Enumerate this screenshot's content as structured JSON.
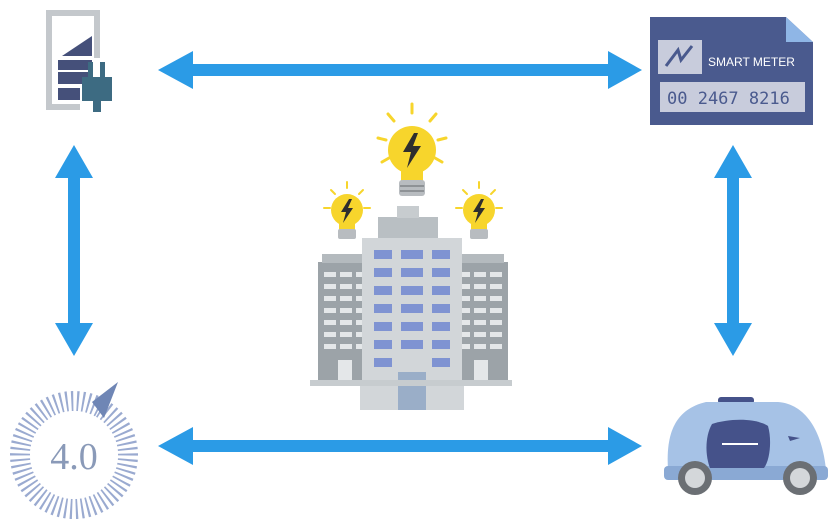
{
  "meter": {
    "title": "SMART METER",
    "reading": "00 2467 8216"
  },
  "industry": {
    "label": "4.0"
  },
  "colors": {
    "arrow": "#2b9be6",
    "battery_outline": "#c4c8cc",
    "battery_fill": "#45507a",
    "plug": "#3d6b82",
    "meter_body": "#4a5a8e",
    "meter_corner": "#8fb6e6",
    "meter_display": "#c8ccdc",
    "industry_blue": "#6f86b5",
    "industry_light": "#9aaad0",
    "bulb_yellow": "#f7d52c",
    "bulb_base": "#b8bcc0",
    "building_gray": "#9ca3a8",
    "building_light": "#c7cccf",
    "window_blue": "#7f93d2",
    "car_body": "#a6c2e6",
    "car_window": "#45528a",
    "car_wheel": "#6b6f74"
  }
}
